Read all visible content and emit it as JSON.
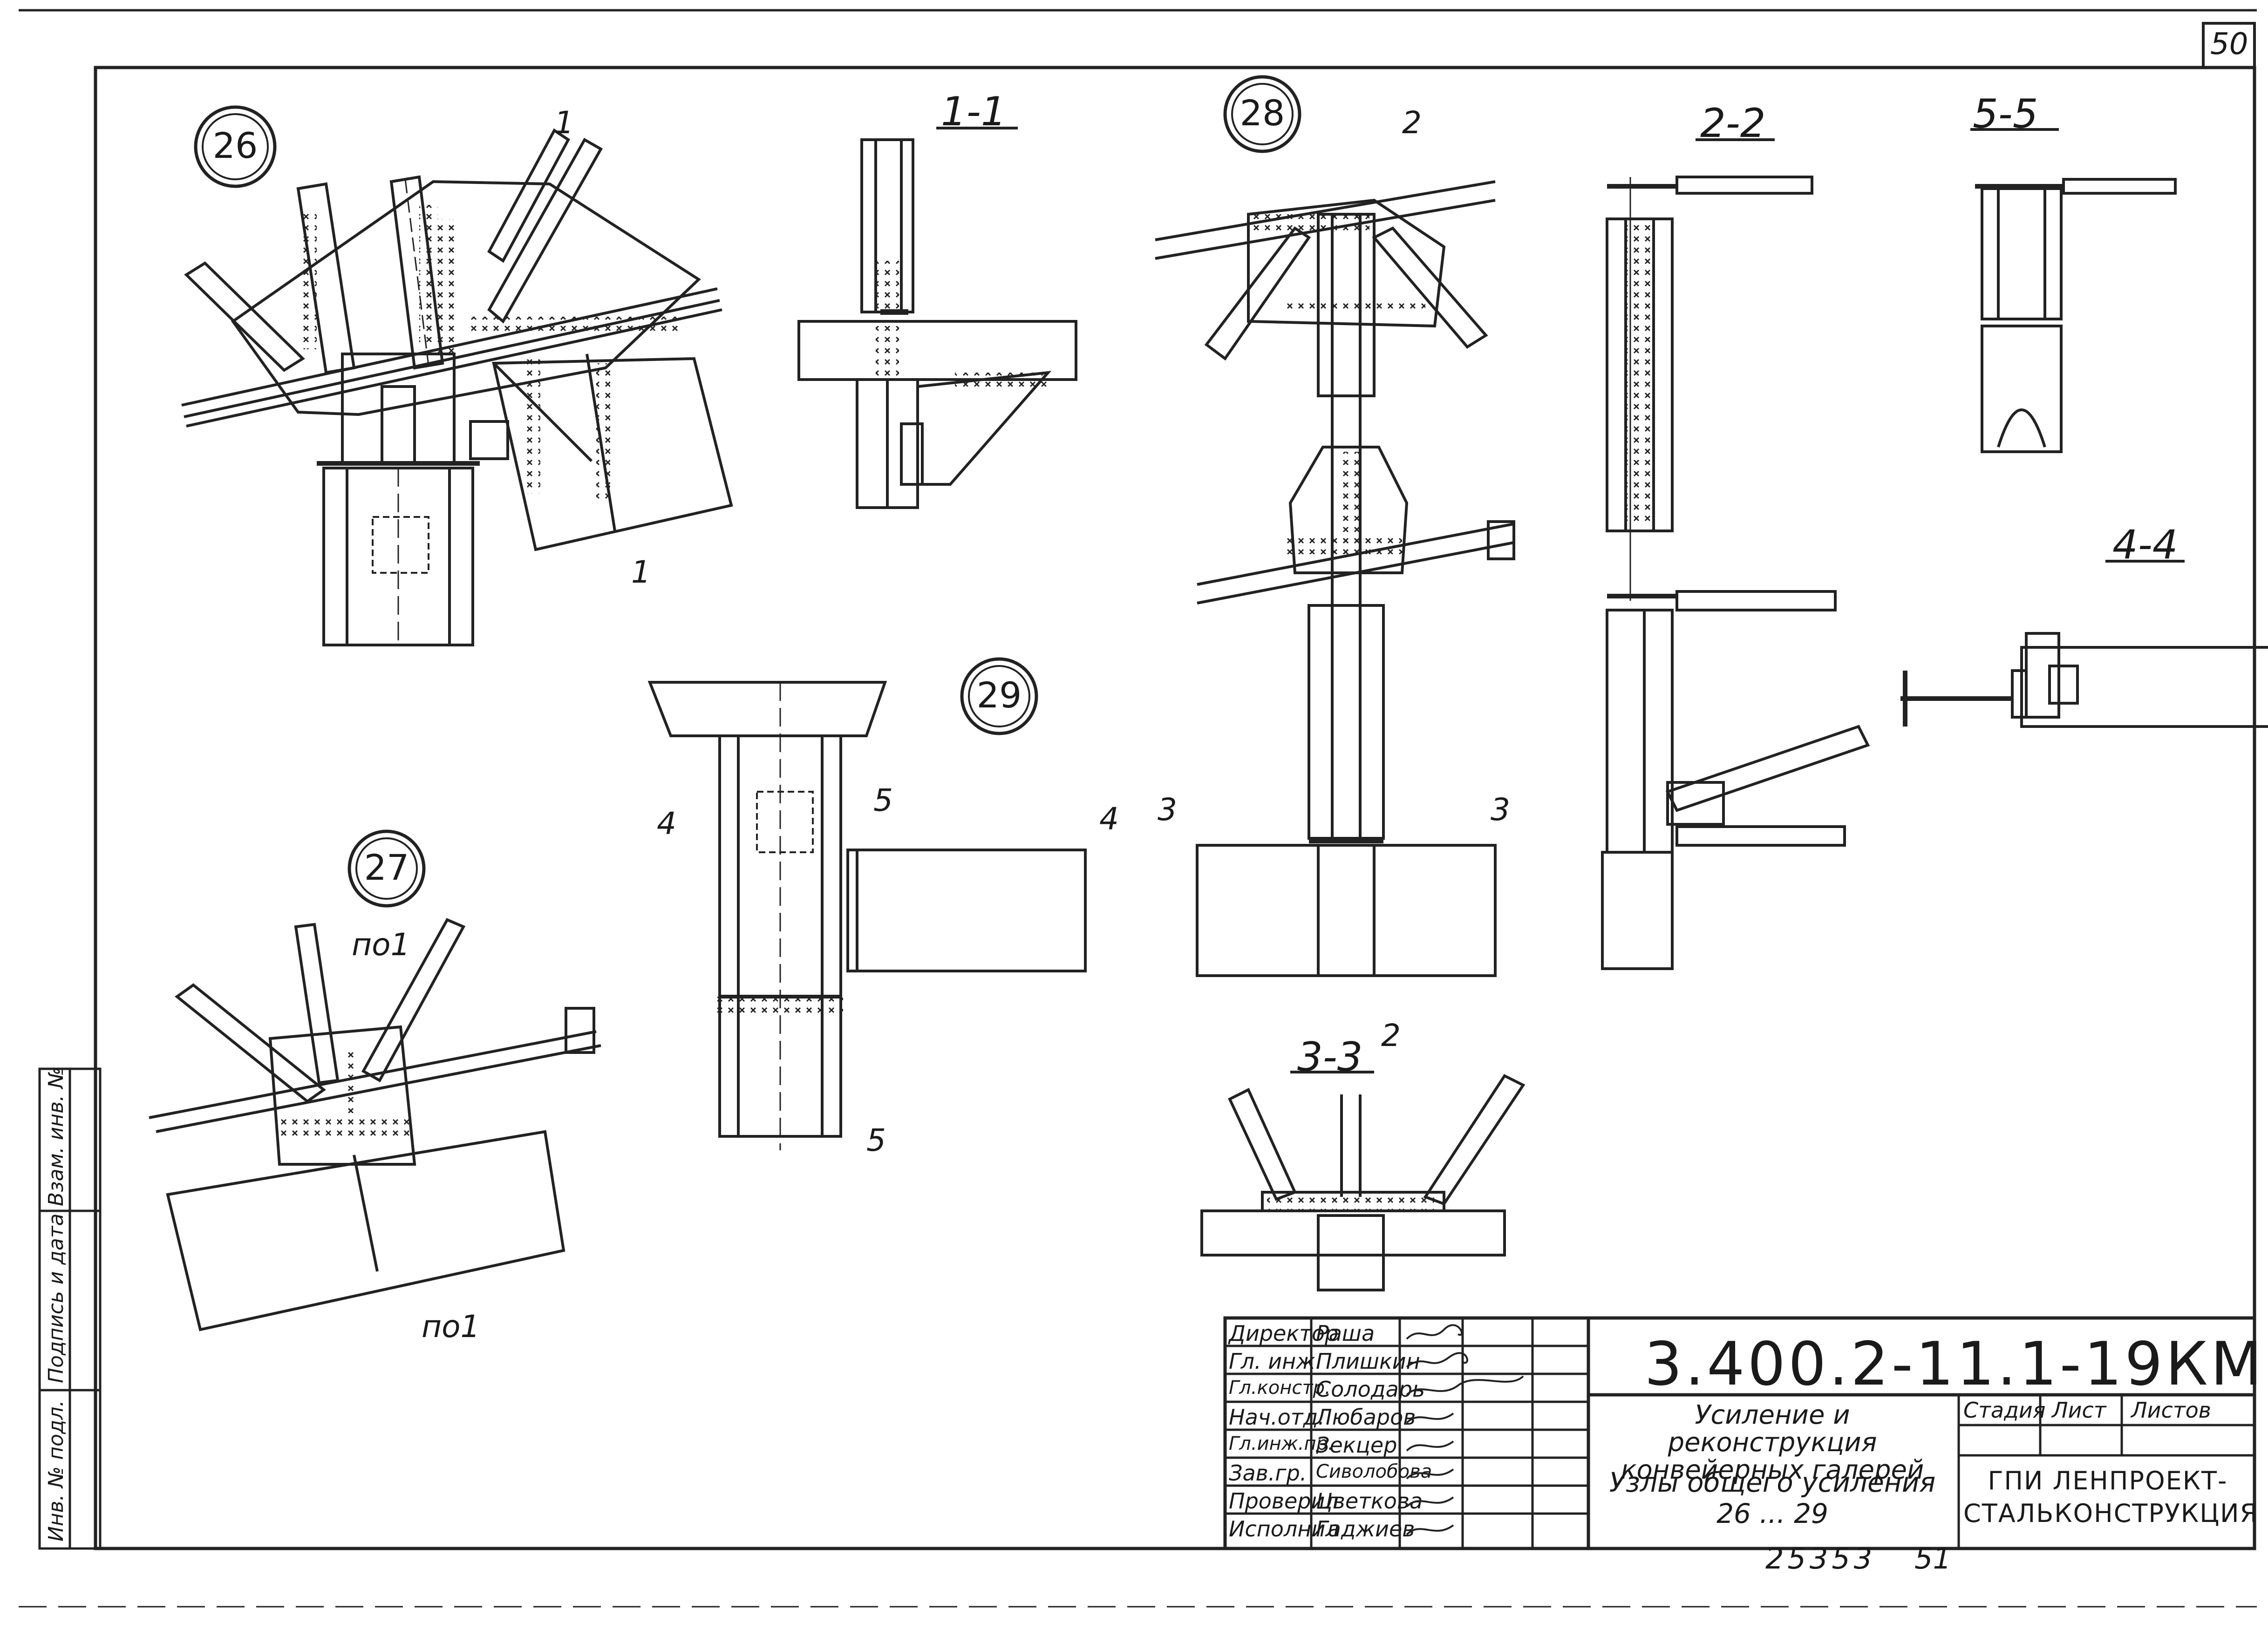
{
  "sheet": {
    "number": "50"
  },
  "nodes": [
    {
      "id": "node-26",
      "label": "26"
    },
    {
      "id": "node-27",
      "label": "27"
    },
    {
      "id": "node-28",
      "label": "28"
    },
    {
      "id": "node-29",
      "label": "29"
    }
  ],
  "sections": [
    "1-1",
    "2-2",
    "5-5",
    "4-4",
    "3-3"
  ],
  "cut_marks": {
    "m1a": "1",
    "m1b": "1",
    "m2a": "2",
    "m2b": "2",
    "m3a": "3",
    "m3b": "3",
    "m4a": "4",
    "m4b": "4",
    "m5a": "5",
    "m5b": "5",
    "po1a": "по1",
    "po1b": "по1"
  },
  "side_stamp": {
    "inv_podl": "Инв. № подл.",
    "podpis_data": "Подпись и дата",
    "vzam_inv": "Взам. инв. №"
  },
  "title_block": {
    "roles": [
      "Директор",
      "Гл. инж.",
      "Гл.констр.",
      "Нач.отд.",
      "Гл.инж.пр.",
      "Зав.гр.",
      "Проверил",
      "Исполнил"
    ],
    "names": [
      "Раша",
      "Плишкин",
      "Солодарь",
      "Любаров",
      "Зекцер",
      "Сиволобова",
      "Цветкова",
      "Гаджиев"
    ],
    "code": "3.400.2-11.1-19КМ",
    "project_title": "Усиление и реконструкция конвейерных галерей",
    "sheet_title": "Узлы общего усиления 26 ... 29",
    "col_stage": "Стадия",
    "col_sheet": "Лист",
    "col_sheets": "Листов",
    "org": "ГПИ ЛЕНПРОЕКТ-СТАЛЬКОНСТРУКЦИЯ"
  },
  "footer": {
    "inventory": "25353",
    "page": "51"
  }
}
